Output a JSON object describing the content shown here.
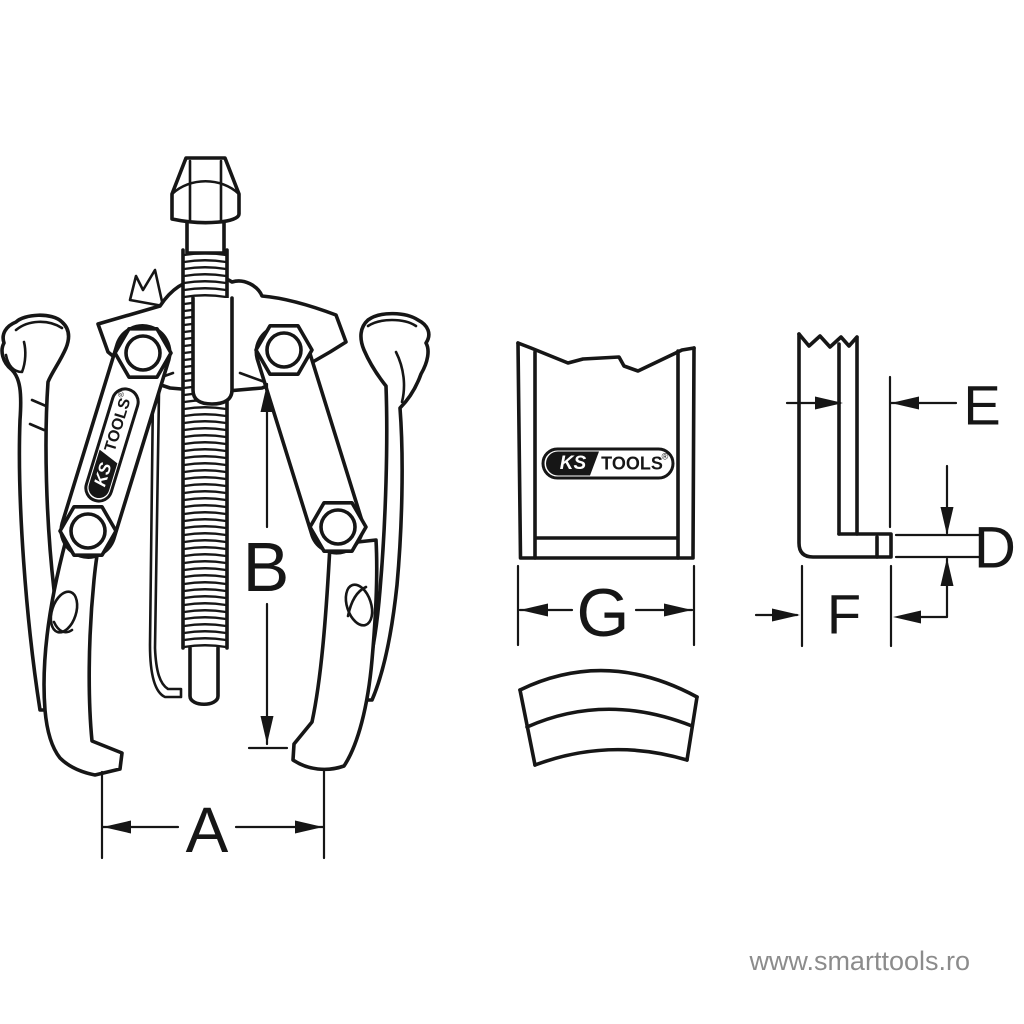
{
  "page": {
    "background": "#ffffff",
    "ink": "#161616"
  },
  "watermark": {
    "text": "www.smarttools.ro",
    "color": "#8c8c8c"
  },
  "brand": {
    "ks": "KS",
    "tools": "TOOLS",
    "registered": "®"
  },
  "dimensions": {
    "a": "A",
    "b": "B",
    "d": "D",
    "e": "E",
    "f": "F",
    "g": "G"
  }
}
